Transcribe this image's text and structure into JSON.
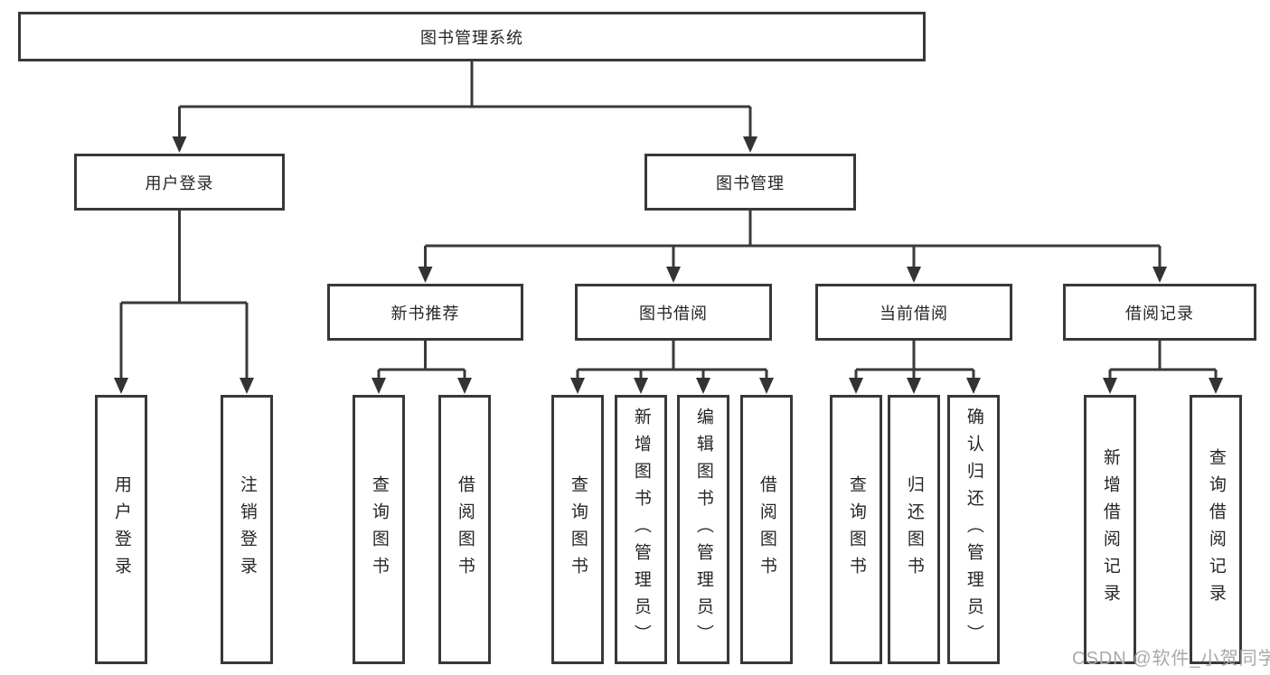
{
  "diagram": {
    "root": {
      "label": "图书管理系统"
    },
    "branches": [
      {
        "label": "用户登录",
        "children": [
          {
            "label": "用户登录"
          },
          {
            "label": "注销登录"
          }
        ]
      },
      {
        "label": "图书管理",
        "children": [
          {
            "label": "新书推荐",
            "children": [
              {
                "label": "查询图书"
              },
              {
                "label": "借阅图书"
              }
            ]
          },
          {
            "label": "图书借阅",
            "children": [
              {
                "label": "查询图书"
              },
              {
                "label": "新增图书（管理员）"
              },
              {
                "label": "编辑图书（管理员）"
              },
              {
                "label": "借阅图书"
              }
            ]
          },
          {
            "label": "当前借阅",
            "children": [
              {
                "label": "查询图书"
              },
              {
                "label": "归还图书"
              },
              {
                "label": "确认归还（管理员）"
              }
            ]
          },
          {
            "label": "借阅记录",
            "children": [
              {
                "label": "新增借阅记录"
              },
              {
                "label": "查询借阅记录"
              }
            ]
          }
        ]
      }
    ]
  },
  "watermark": {
    "text": "CSDN @软件_小贺同学"
  },
  "colors": {
    "line": "#3a3a3a",
    "box_border": "#383838",
    "text": "#262626",
    "watermark": "#a9a9a9",
    "background": "#ffffff"
  }
}
